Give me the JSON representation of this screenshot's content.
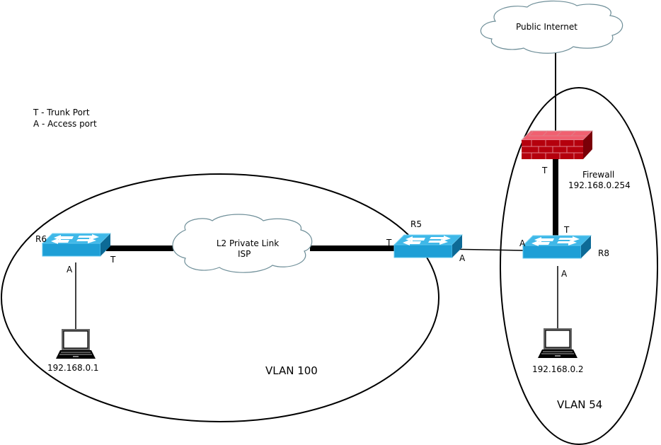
{
  "legend": {
    "lines": [
      "T - Trunk Port",
      "A - Access port"
    ]
  },
  "clouds": {
    "internet": {
      "label": "Public Internet"
    },
    "isp": {
      "line1": "L2 Private Link",
      "line2": "ISP"
    }
  },
  "firewall": {
    "name": "Firewall",
    "ip": "192.168.0.254",
    "port_label": "T"
  },
  "switches": {
    "r6": {
      "name": "R6",
      "port_trunk": "T",
      "port_access": "A"
    },
    "r5": {
      "name": "R5",
      "port_trunk": "T",
      "port_access": "A"
    },
    "r8": {
      "name": "R8",
      "port_trunk": "T",
      "port_access_left": "A",
      "port_access_down": "A"
    }
  },
  "hosts": {
    "left": {
      "ip": "192.168.0.1"
    },
    "right": {
      "ip": "192.168.0.2"
    }
  },
  "vlans": {
    "left": {
      "label": "VLAN 100"
    },
    "right": {
      "label": "VLAN 54"
    }
  },
  "colors": {
    "switch_top": "#3fb8e8",
    "switch_front": "#1e9fd6",
    "switch_side": "#0d6a96",
    "firewall_red": "#b5000d",
    "firewall_light": "#f06070",
    "cloud_stroke": "#6f8f99",
    "link": "#000000"
  }
}
